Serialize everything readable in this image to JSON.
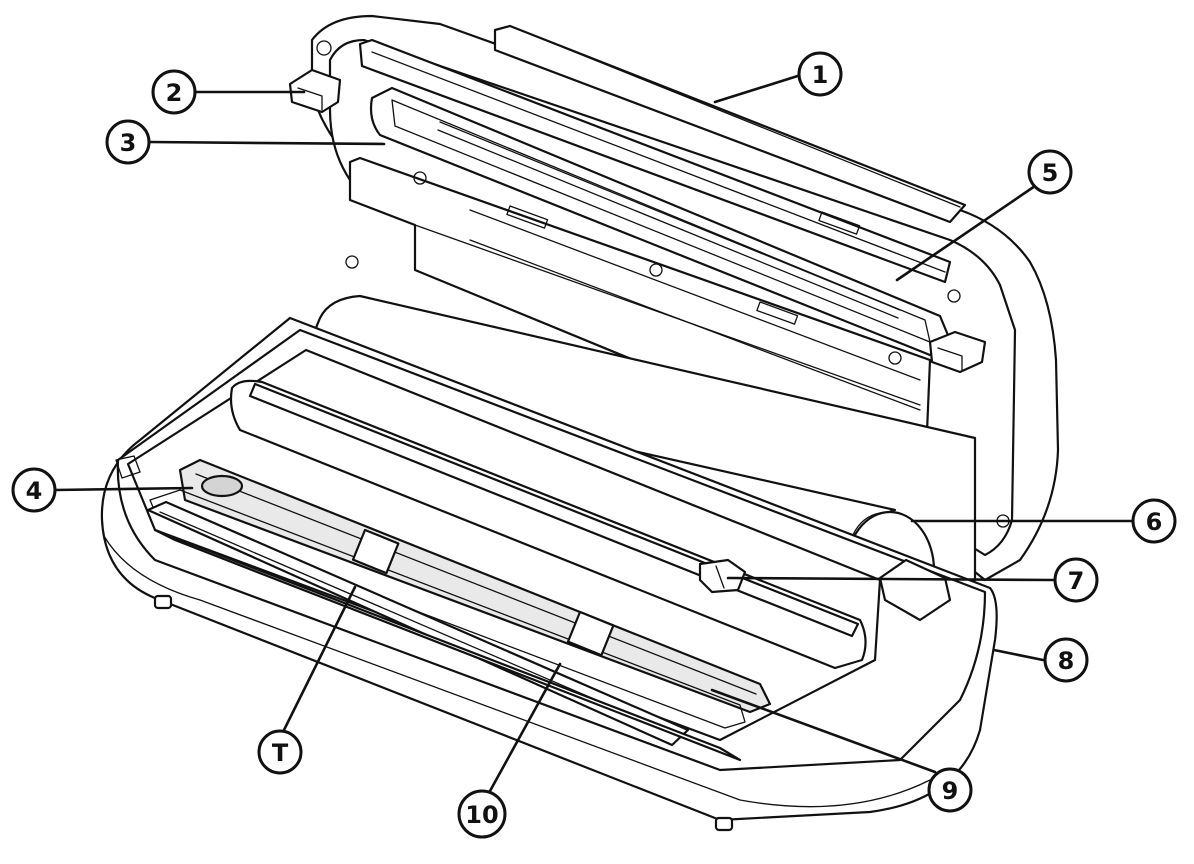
{
  "figure": {
    "subject": "vacuum-sealer-open-lid",
    "callouts": [
      {
        "id": "c1",
        "label": "1"
      },
      {
        "id": "c2",
        "label": "2"
      },
      {
        "id": "c3",
        "label": "3"
      },
      {
        "id": "c4",
        "label": "4"
      },
      {
        "id": "c5",
        "label": "5"
      },
      {
        "id": "c6",
        "label": "6"
      },
      {
        "id": "c7",
        "label": "7"
      },
      {
        "id": "c8",
        "label": "8"
      },
      {
        "id": "c9",
        "label": "9"
      },
      {
        "id": "c10",
        "label": "10"
      },
      {
        "id": "cT",
        "label": "T"
      }
    ]
  }
}
